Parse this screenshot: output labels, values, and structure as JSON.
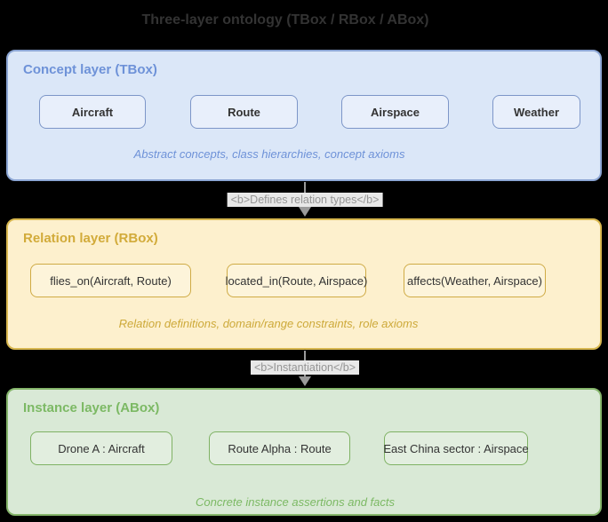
{
  "title": "Three-layer ontology (TBox / RBox / ABox)",
  "colors": {
    "background": "#000000",
    "tbox_fill": "#dbe7f8",
    "tbox_stroke": "#8ca6d4",
    "tbox_accent": "#6e92d8",
    "rbox_fill": "#fdf0cd",
    "rbox_stroke": "#d8b74f",
    "rbox_accent": "#d2ab3a",
    "abox_fill": "#d9e9d6",
    "abox_stroke": "#85b56b",
    "abox_accent": "#7cb964",
    "edge": "#9a9a9a",
    "edge_label_bg": "#e8e8e8",
    "node_text": "#333333"
  },
  "layers": [
    {
      "title": "Concept layer (TBox)",
      "nodes": [
        "Aircraft",
        "Route",
        "Airspace",
        "Weather"
      ],
      "caption": "Abstract concepts, class hierarchies, concept axioms"
    },
    {
      "title": "Relation layer (RBox)",
      "nodes": [
        "flies_on(Aircraft, Route)",
        "located_in(Route, Airspace)",
        "affects(Weather, Airspace)"
      ],
      "caption": "Relation definitions, domain/range constraints, role axioms"
    },
    {
      "title": "Instance layer (ABox)",
      "nodes": [
        "Drone A : Aircraft",
        "Route Alpha : Route",
        "East China sector : Airspace"
      ],
      "caption": "Concrete instance assertions and facts"
    }
  ],
  "edges": [
    {
      "label": "<b>Defines relation types</b>"
    },
    {
      "label": "<b>Instantiation</b>"
    }
  ]
}
